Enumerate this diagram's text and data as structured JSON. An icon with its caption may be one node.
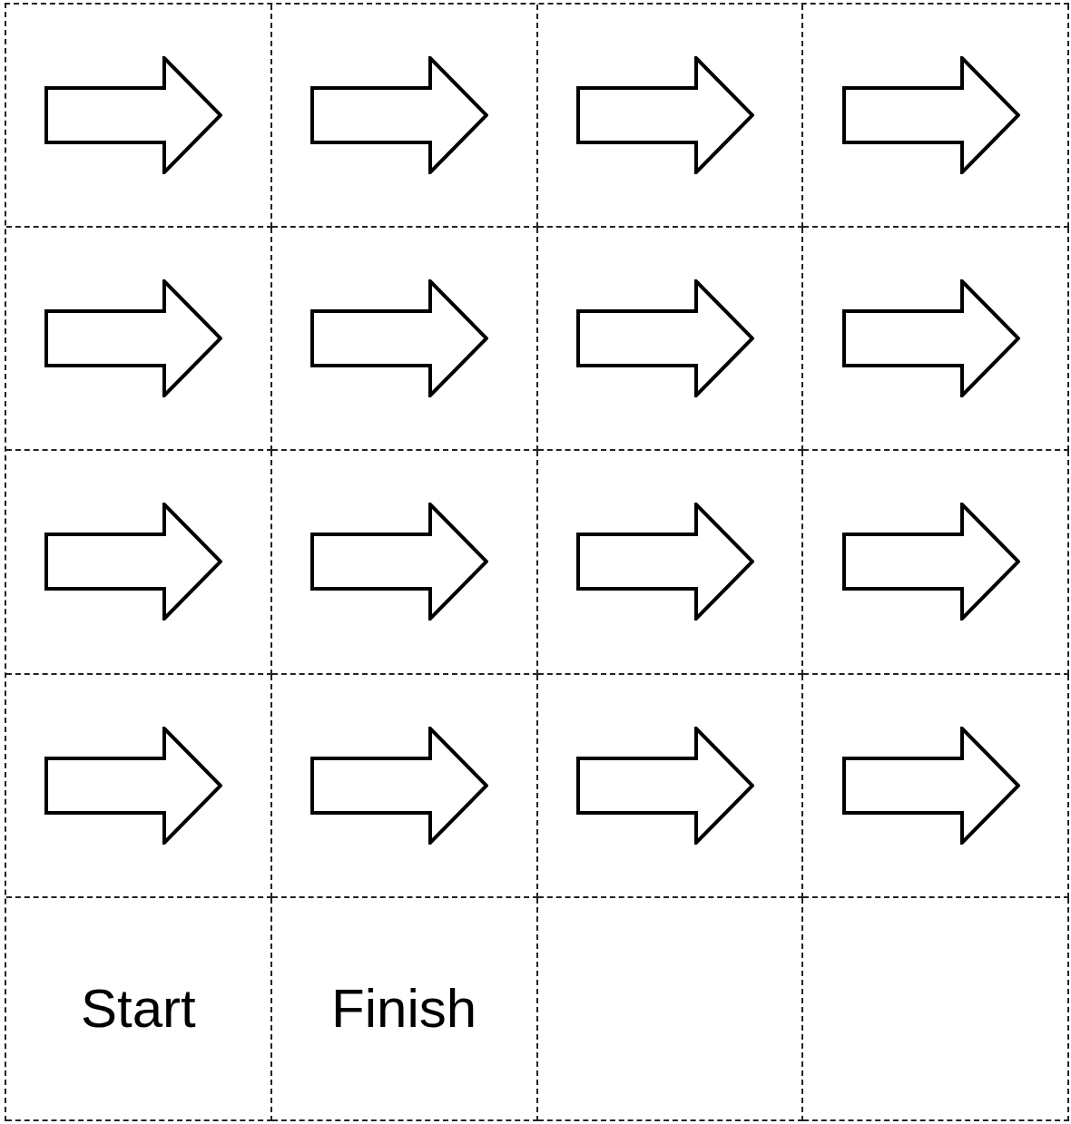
{
  "diagram": {
    "nodes": [
      {
        "text": [],
        "shape": "box"
      },
      {
        "text": [],
        "shape": "box"
      },
      {
        "text": [],
        "shape": "box"
      },
      {
        "text": [],
        "shape": "box"
      },
      {
        "text": [],
        "shape": "box"
      },
      {
        "text": [],
        "shape": "box"
      },
      {
        "text": [],
        "shape": "box"
      },
      {
        "text": [],
        "shape": "box"
      },
      {
        "text": [],
        "shape": "box"
      },
      {
        "text": [],
        "shape": "box"
      },
      {
        "text": [],
        "shape": "box"
      },
      {
        "text": [],
        "shape": "box"
      },
      {
        "text": [],
        "shape": "box"
      },
      {
        "text": [],
        "shape": "box"
      },
      {
        "text": [],
        "shape": "box"
      },
      {
        "text": [],
        "shape": "box"
      },
      {
        "text": [
          "Start"
        ]
      },
      {
        "text": [
          "Finish"
        ]
      },
      {
        "text": [],
        "shape": "box"
      },
      {
        "text": [],
        "shape": "box"
      }
    ]
  }
}
